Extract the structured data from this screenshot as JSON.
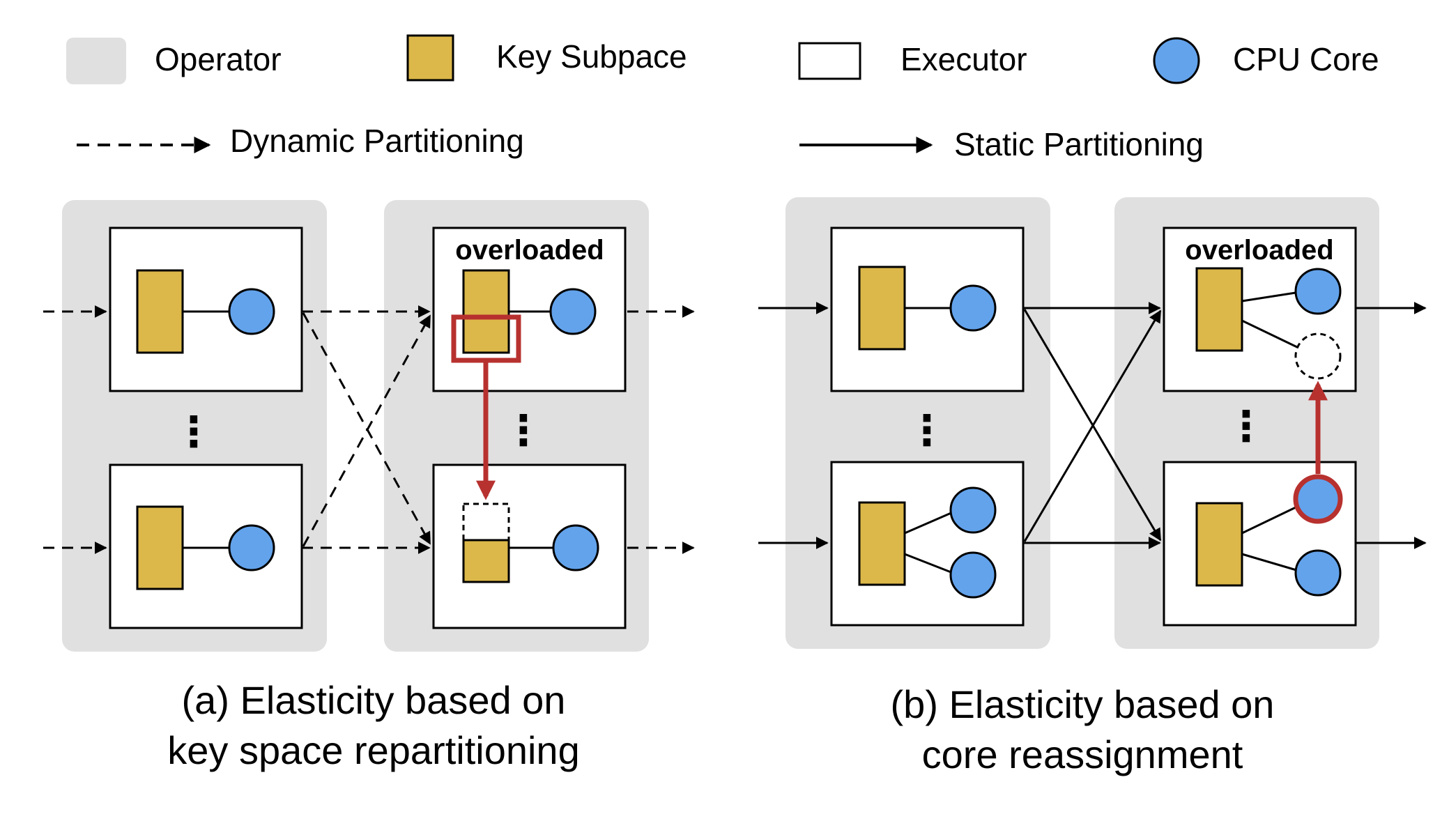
{
  "legend": {
    "operator_label": "Operator",
    "key_subspace_label": "Key Subpace",
    "executor_label": "Executor",
    "cpu_core_label": "CPU Core",
    "dynamic_label": "Dynamic Partitioning",
    "static_label": "Static Partitioning"
  },
  "panel_a": {
    "overloaded_label": "overloaded",
    "caption_line1": "(a) Elasticity based on",
    "caption_line2": "key space  repartitioning",
    "vertical_dots": "⋮"
  },
  "panel_b": {
    "overloaded_label": "overloaded",
    "caption_line1": "(b) Elasticity based on",
    "caption_line2": "core reassignment",
    "vertical_dots": "⋮"
  },
  "colors": {
    "operator_fill": "#e0e0e0",
    "key_subspace_fill": "#dcb84a",
    "cpu_core_fill": "#63a3ec",
    "migration_red": "#b7312f",
    "stroke": "#000000"
  }
}
